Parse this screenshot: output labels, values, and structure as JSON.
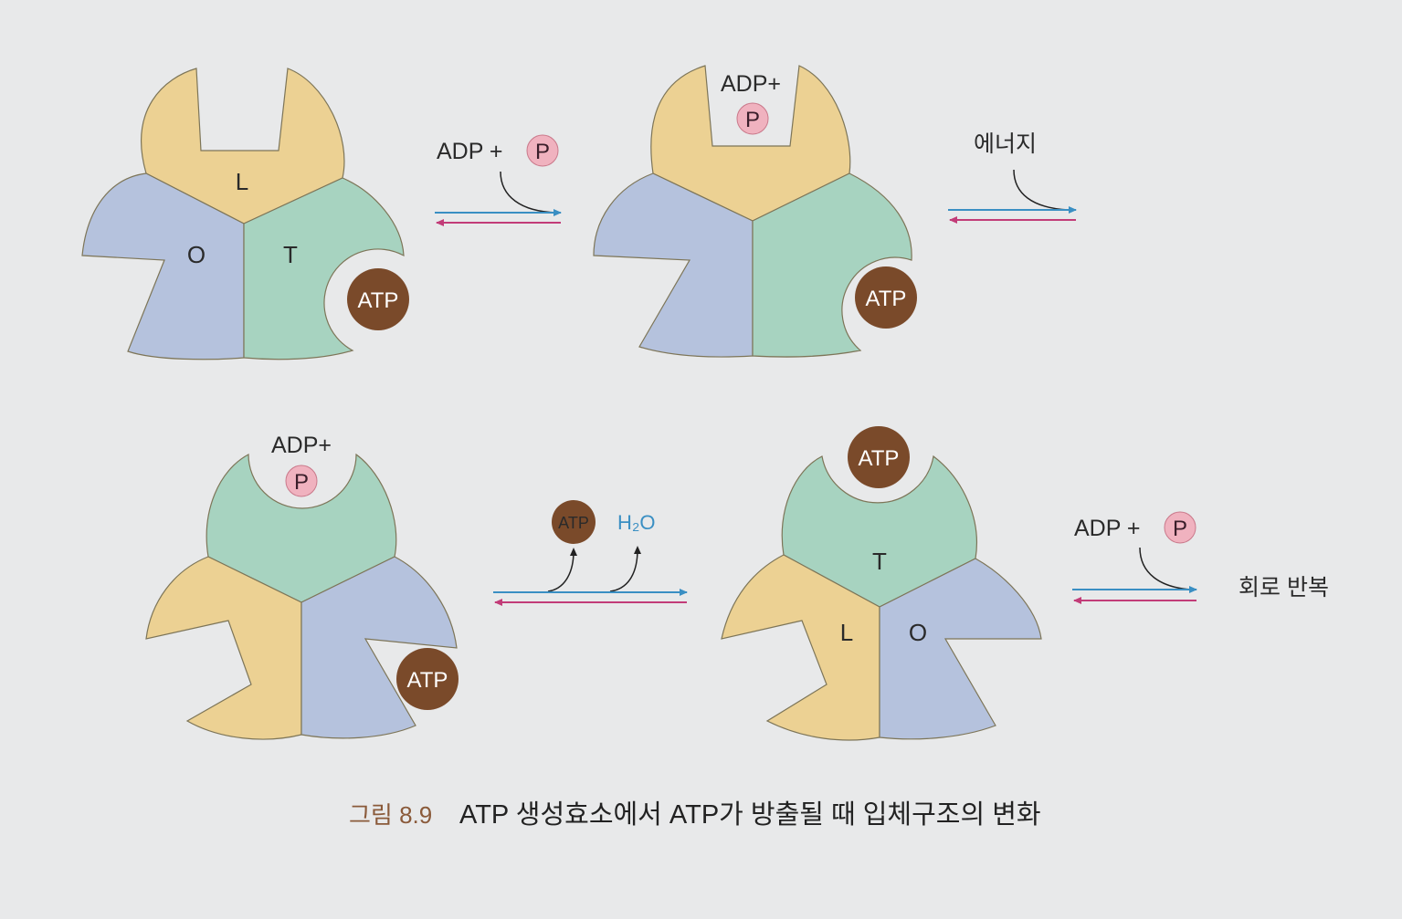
{
  "colors": {
    "loose": "#ecd193",
    "open": "#b5c2dd",
    "tight": "#a7d3c0",
    "outline": "#7d7558",
    "atp": "#7a4a2a",
    "phosphate": "#f0b2bf",
    "arrow_forward": "#3a8fc3",
    "arrow_back": "#c23c78",
    "background": "#e8e9ea"
  },
  "panels": [
    {
      "id": "A",
      "labels": {
        "loose": "L",
        "open": "O",
        "tight": "T"
      },
      "bound": "ATP"
    },
    {
      "id": "B",
      "upper_label": "ADP+",
      "upper_p": "P",
      "bound": "ATP"
    },
    {
      "id": "C",
      "upper_label": "ADP+",
      "upper_p": "P",
      "bound": "ATP"
    },
    {
      "id": "D",
      "labels": {
        "tight": "T",
        "loose": "L",
        "open": "O"
      },
      "released": "ATP"
    }
  ],
  "arrows": [
    {
      "id": "a1",
      "label": "ADP + ",
      "p": "P"
    },
    {
      "id": "a2",
      "label": "에너지"
    },
    {
      "id": "a3",
      "atp": "ATP",
      "water": "H₂O"
    },
    {
      "id": "a4",
      "label": "ADP + ",
      "p": "P",
      "result": "회로 반복"
    }
  ],
  "caption": {
    "number": "그림 8.9",
    "text": "ATP 생성효소에서 ATP가 방출될 때 입체구조의 변화"
  }
}
